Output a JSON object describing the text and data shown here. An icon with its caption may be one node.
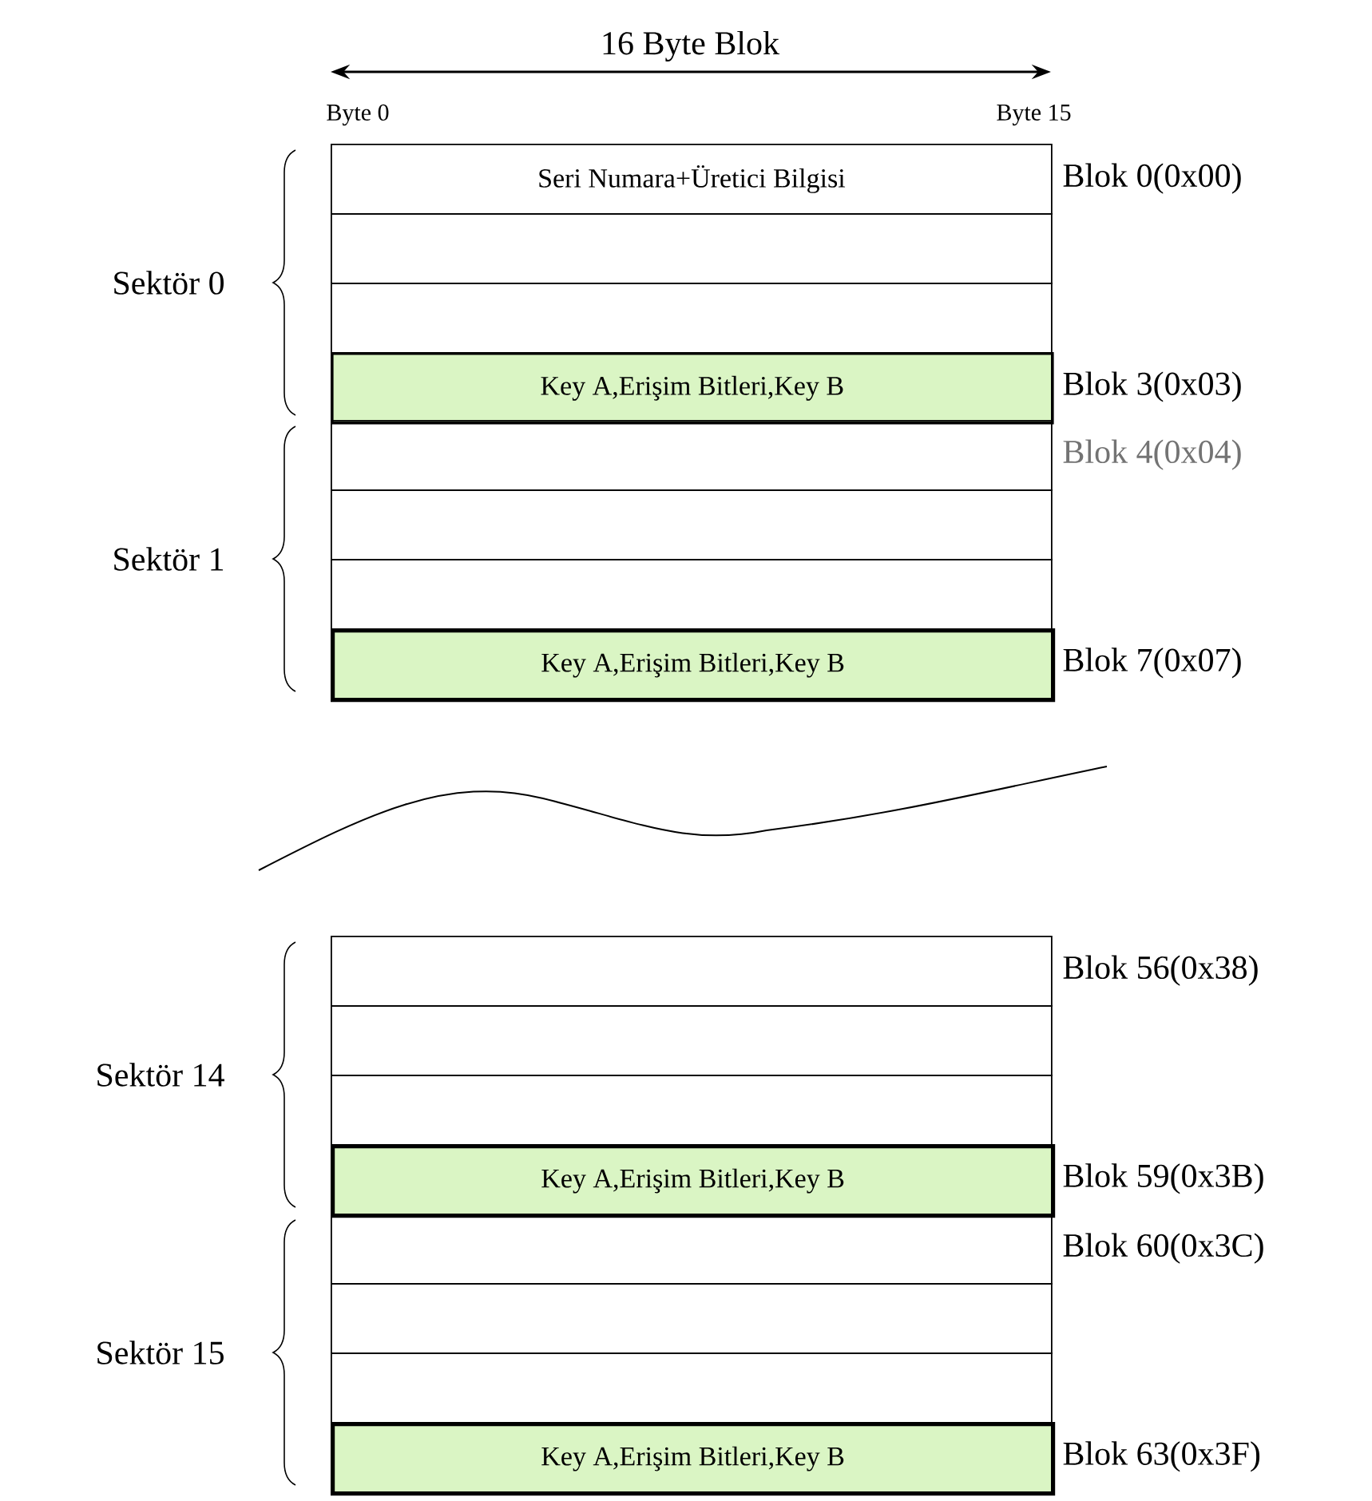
{
  "diagram": {
    "nodes": [
      {
        "text": [
          "Seri Numara+Üretici Bilgisi"
        ],
        "beside": [
          "Blok 0(0x00)"
        ]
      },
      {
        "text": [],
        "shape": "box"
      },
      {
        "text": [],
        "shape": "box"
      },
      {
        "text": [
          "Key A,Erişim Bitleri,Key B"
        ],
        "beside": [
          "Blok 3(0x03)"
        ]
      },
      {
        "text": [],
        "shape": "box",
        "beside": [
          "Blok 4(0x04)"
        ]
      },
      {
        "text": [],
        "shape": "box"
      },
      {
        "text": [],
        "shape": "box"
      },
      {
        "text": [
          "Key A,Erişim Bitleri,Key B"
        ],
        "beside": [
          "Blok 7(0x07)"
        ]
      },
      {
        "text": [],
        "shape": "box",
        "beside": [
          "Blok 56(0x38)"
        ]
      },
      {
        "text": [],
        "shape": "box"
      },
      {
        "text": [],
        "shape": "box"
      },
      {
        "text": [
          "Key A,Erişim Bitleri,Key B"
        ],
        "beside": [
          "Blok 59(0x3B)"
        ]
      },
      {
        "text": [],
        "shape": "box",
        "beside": [
          "Blok 60(0x3C)"
        ]
      },
      {
        "text": [],
        "shape": "box"
      },
      {
        "text": [],
        "shape": "box"
      },
      {
        "text": [
          "Key A,Erişim Bitleri,Key B"
        ],
        "beside": [
          "Blok 63(0x3F)"
        ]
      }
    ],
    "labels": [
      "16 Byte Blok",
      "Byte 0",
      "Byte 15",
      "Sektör 0",
      "Sektör 1",
      "Sektör 14",
      "Sektör 15"
    ]
  }
}
